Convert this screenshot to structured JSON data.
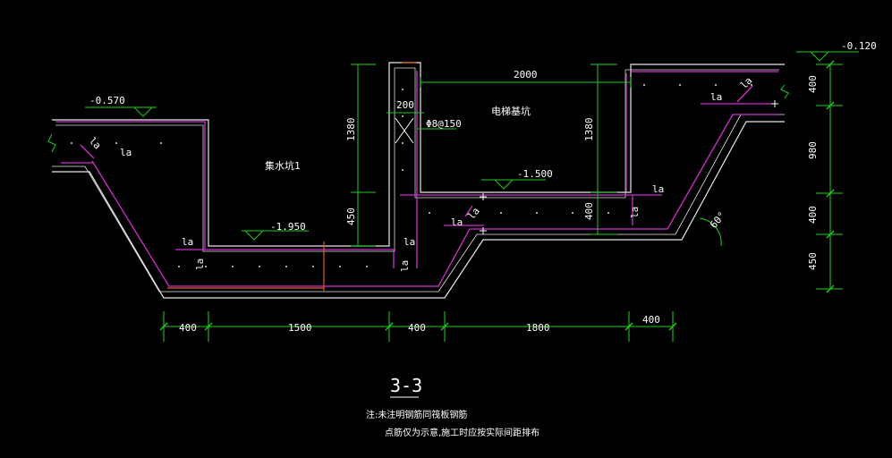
{
  "section_title": "3-3",
  "pits": {
    "left": "集水坑1",
    "right": "电梯基坑"
  },
  "elevations": {
    "top_right": "-0.120",
    "top_left": "-0.570",
    "mid": "-1.500",
    "bottom": "-1.950"
  },
  "dimensions_bottom": [
    "400",
    "1500",
    "400",
    "1800",
    "400"
  ],
  "dimensions_right": [
    "400",
    "980",
    "400",
    "450"
  ],
  "dimensions_inner": {
    "top_span": "2000",
    "wall_thick": "200",
    "left_height_upper": "1380",
    "left_height_lower": "450",
    "right_height_upper": "1380",
    "right_height_lower": "400"
  },
  "rebar_note": "Φ8@150",
  "angle_label": "60°",
  "anchor_label": "la",
  "notes": {
    "line1": "注:未注明钢筋同筏板钢筋",
    "line2": "点筋仅为示意,施工时应按实际间距排布"
  }
}
